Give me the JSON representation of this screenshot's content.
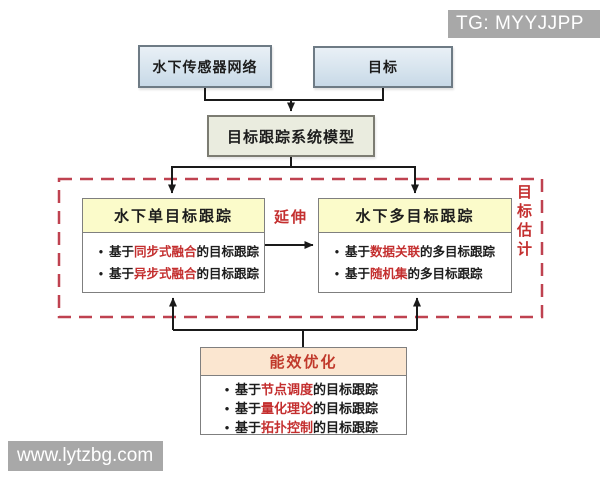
{
  "watermarks": {
    "top_right": "TG: MYYJJPP",
    "bottom_left": "www.lytzbg.com"
  },
  "diagram": {
    "bullet_char": "•",
    "sensor_box": "水下传感器网络",
    "target_box": "目标",
    "model_box": "目标跟踪系统模型",
    "extend_label": "延伸",
    "side_label": "目标估计",
    "single_target": {
      "title": "水下单目标跟踪",
      "items": [
        {
          "prefix": "基于",
          "keyword": "同步式融合",
          "suffix": "的目标跟踪"
        },
        {
          "prefix": "基于",
          "keyword": "异步式融合",
          "suffix": "的目标跟踪"
        }
      ]
    },
    "multi_target": {
      "title": "水下多目标跟踪",
      "items": [
        {
          "prefix": "基于",
          "keyword": "数据关联",
          "suffix": "的多目标跟踪"
        },
        {
          "prefix": "基于",
          "keyword": "随机集",
          "suffix": "的多目标跟踪"
        }
      ]
    },
    "energy": {
      "title": "能效优化",
      "items": [
        {
          "prefix": "基于",
          "keyword": "节点调度",
          "suffix": "的目标跟踪"
        },
        {
          "prefix": "基于",
          "keyword": "量化理论",
          "suffix": "的目标跟踪"
        },
        {
          "prefix": "基于",
          "keyword": "拓扑控制",
          "suffix": "的目标跟踪"
        }
      ]
    },
    "colors": {
      "accent_red": "#c42f2f",
      "dashed_border": "#bf4250",
      "blue_box_fill": "#d7e4ee",
      "model_box_fill": "#eaecdf",
      "yellow_header": "#fbfbca",
      "peach_header": "#fbe6d0",
      "watermark_bg": "#a8a8a8",
      "line": "#1a1a1a"
    }
  }
}
